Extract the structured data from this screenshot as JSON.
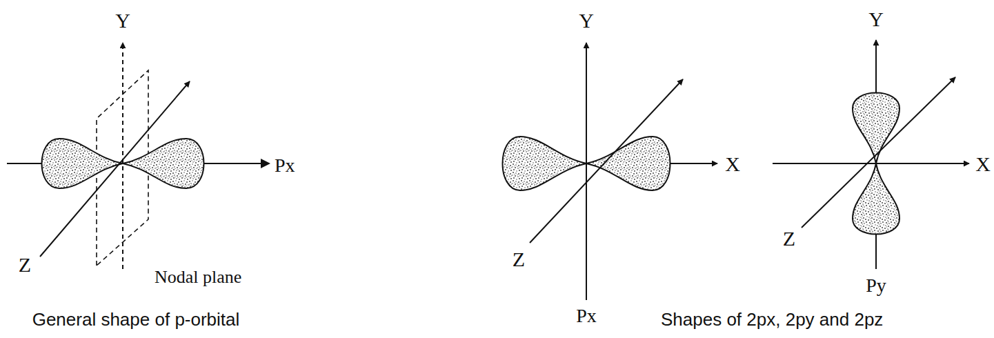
{
  "diagram": {
    "labels": [
      "Y",
      "Z",
      "Nodal plane",
      "Px",
      "General shape of p-orbital",
      "Y",
      "X",
      "Z",
      "Px",
      "Y",
      "X",
      "Z",
      "Py",
      "Shapes of 2px, 2py and 2pz"
    ]
  }
}
